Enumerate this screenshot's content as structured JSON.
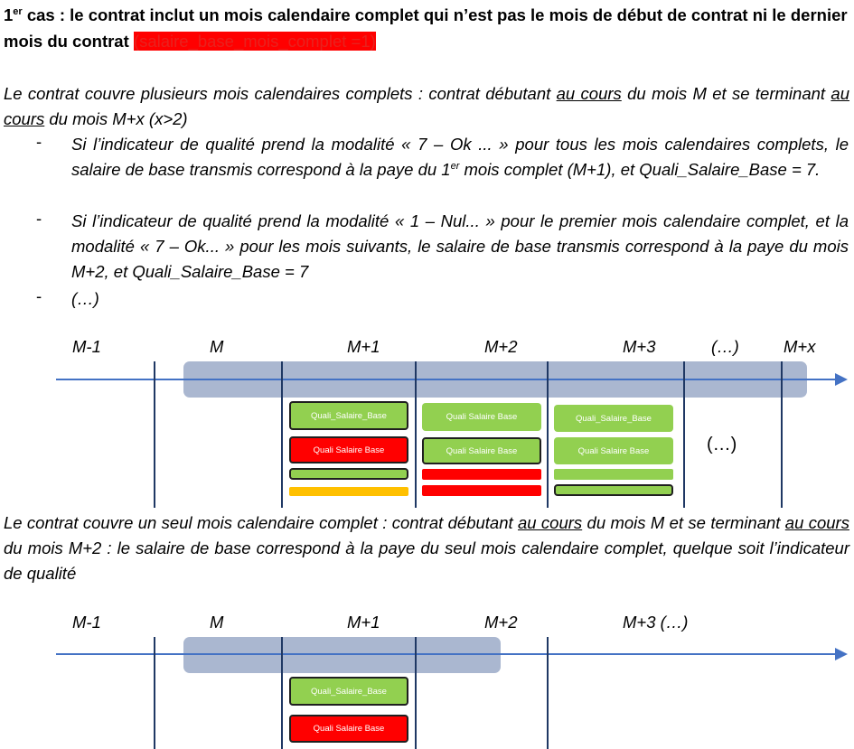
{
  "heading": {
    "prefix": "1",
    "sup": "er",
    "bold_text": " cas : le contrat inclut un mois calendaire complet qui n’est pas le mois de début de contrat ni le dernier mois du contrat",
    "red_text": "(salaire_base_mois_complet =1)"
  },
  "para1": {
    "t1": "Le contrat couvre plusieurs mois calendaires complets : contrat débutant ",
    "u1": "au cours",
    "t2": " du mois M et se terminant ",
    "u2": "au cours",
    "t3": " du mois M+x (x>2)"
  },
  "bullet_char": "-",
  "bullets": {
    "b1_a": "Si l’indicateur de qualité prend la modalité « 7 – Ok ... » pour tous les mois calendaires complets, le salaire de base transmis correspond à la paye du 1",
    "b1_sup": "er",
    "b1_b": " mois complet (M+1), et Quali_Salaire_Base = 7.",
    "b2": "Si l’indicateur de qualité prend la modalité « 1 – Nul... » pour le premier mois calendaire complet, et la modalité  « 7 – Ok... » pour les mois suivants, le salaire de base transmis correspond à la paye du mois M+2, et Quali_Salaire_Base = 7",
    "b3": "(…)"
  },
  "diagram1": {
    "labels": [
      "M-1",
      "M",
      "M+1",
      "M+2",
      "M+3",
      "(…)",
      "M+x"
    ],
    "box_labels": {
      "m1_top": "Quali_Salaire_Base",
      "m1_red": "Quali  Salaire  Base",
      "m2_top": "Quali  Salaire  Base",
      "m2_second": "Quali  Salaire  Base",
      "m3_top": "Quali_Salaire_Base",
      "m3_second": "Quali  Salaire  Base"
    },
    "ellipsis": "(…)"
  },
  "para2": {
    "t1": "Le contrat couvre un seul mois calendaire complet : contrat débutant ",
    "u1": "au cours",
    "t2": " du mois M et se terminant ",
    "u2": "au cours",
    "t3": " du mois M+2 : le salaire de base correspond à la paye du seul mois calendaire complet, quelque soit l’indicateur de qualité"
  },
  "diagram2": {
    "labels": [
      "M-1",
      "M",
      "M+1",
      "M+2",
      "M+3 (…)"
    ],
    "box_labels": {
      "top": "Quali_Salaire_Base",
      "red": "Quali  Salaire  Base"
    }
  },
  "colors": {
    "green": "#92d050",
    "red": "#ff0000",
    "orange": "#ffc000",
    "band": "#aab7d0",
    "axis": "#4472c4",
    "tick": "#1f3864",
    "heading_red": "#e8221e"
  }
}
